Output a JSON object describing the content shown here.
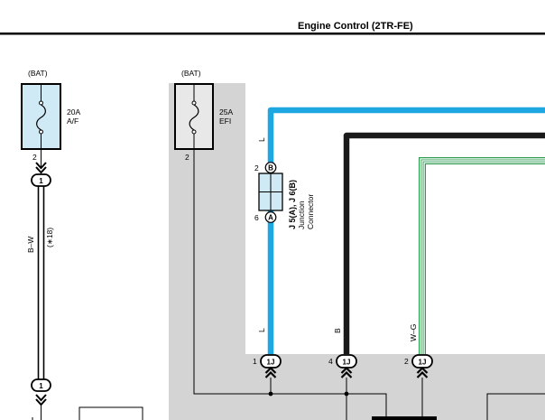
{
  "header": {
    "title": "Engine Control (2TR-FE)"
  },
  "fuse_af": {
    "source": "(BAT)",
    "rating": "20A",
    "name": "A/F",
    "pin": "2",
    "connector_top": "1",
    "connector_bottom": "1"
  },
  "fuse_efi": {
    "source": "(BAT)",
    "rating": "25A",
    "name": "EFI",
    "pin": "2"
  },
  "wire_bw": {
    "color_code": "B–W",
    "note": "(∗18)"
  },
  "junction": {
    "pin_top": "2",
    "pin_top_letter": "B",
    "pin_bottom": "6",
    "pin_bottom_letter": "A",
    "name": "J 5(A), J 6(B)",
    "line1": "Junction",
    "line2": "Connector"
  },
  "wire_labels": {
    "blue_top": "L",
    "blue_bottom": "L",
    "black": "B",
    "green": "W–G"
  },
  "connectors": [
    {
      "pin": "1",
      "id": "1J"
    },
    {
      "pin": "4",
      "id": "1J"
    },
    {
      "pin": "2",
      "id": "1J"
    }
  ],
  "colors": {
    "blue_wire": "#1ea7e1",
    "black_wire": "#1a1a1a",
    "green_wire": "#2e9b50",
    "shade": "#d4d4d4",
    "fuse_fill": "#cfe9f5"
  }
}
